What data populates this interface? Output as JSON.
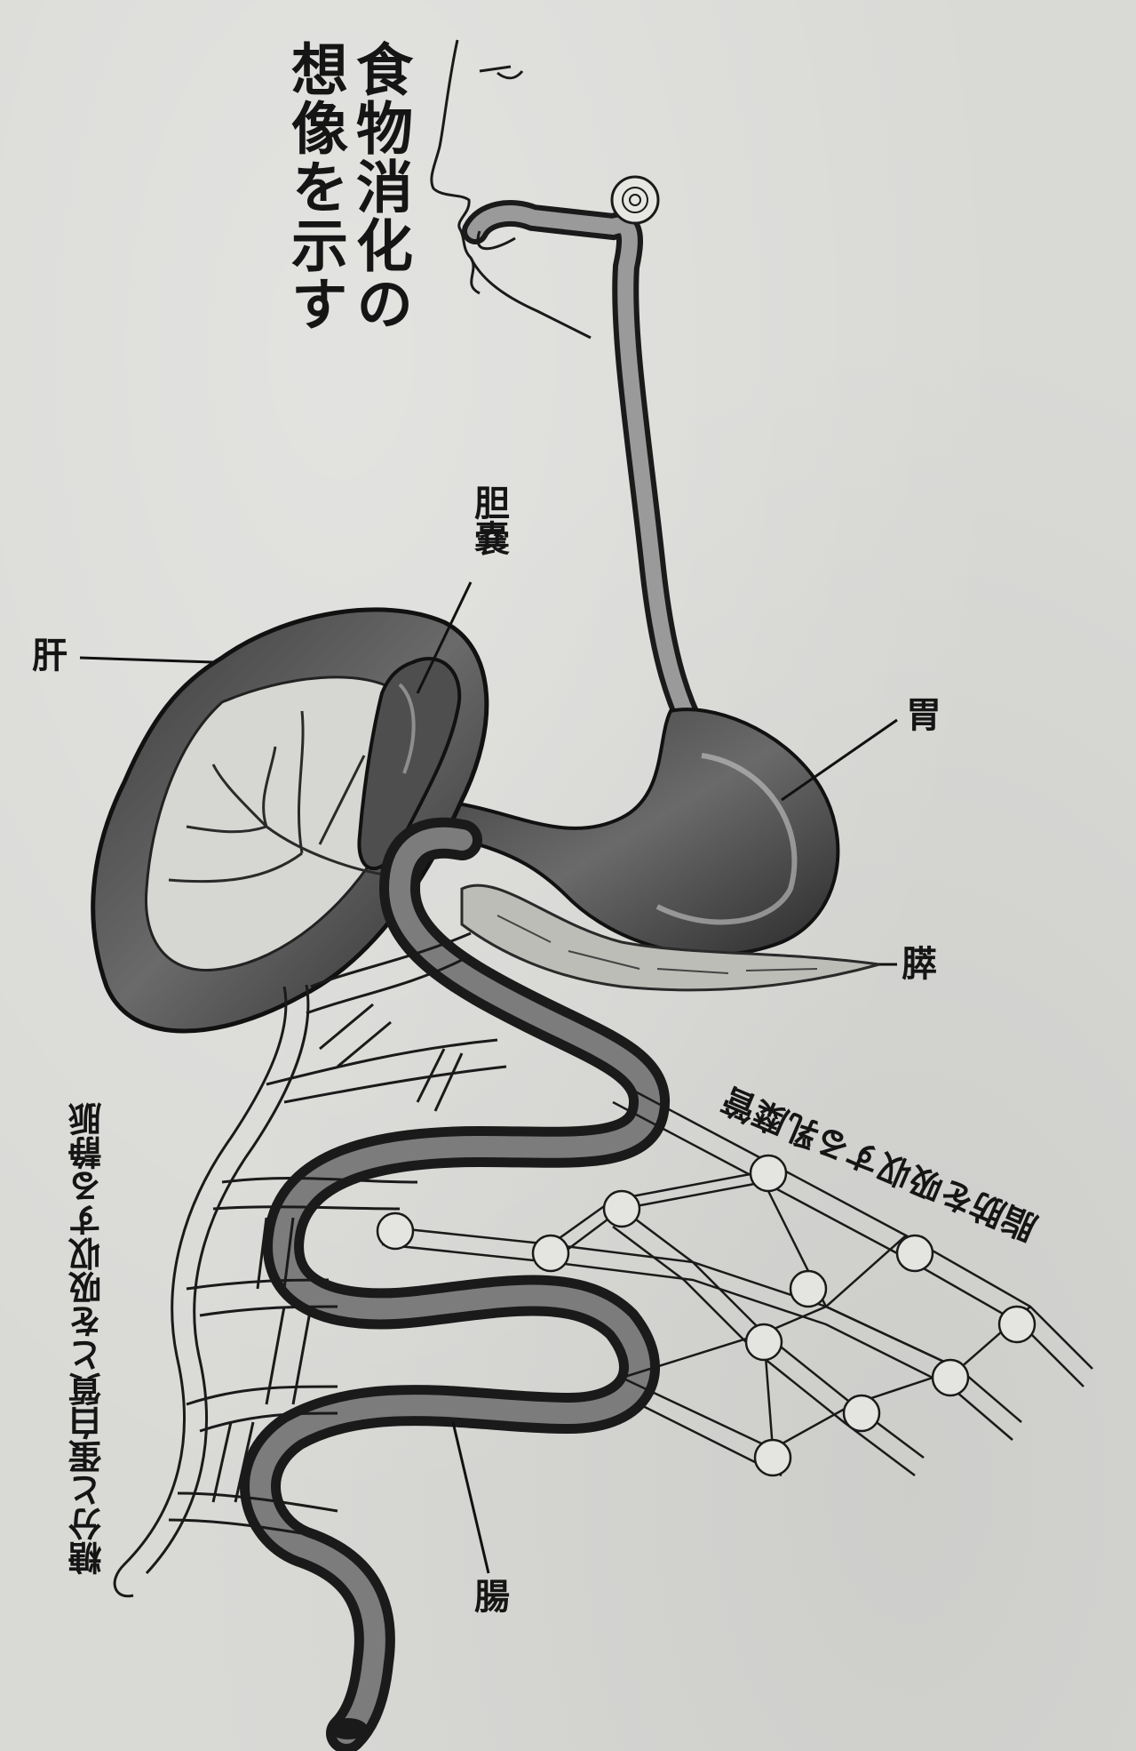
{
  "figure": {
    "title_lines": [
      "食物消化の",
      "想像を示す"
    ],
    "labels": {
      "gallbladder": "胆嚢",
      "liver": "肝",
      "stomach": "胃",
      "pancreas": "膵",
      "fat_lymph": "脂肪を吸収する乳糜管",
      "vein": "糖分と蛋白質とを吸収する静脈",
      "intestine": "腸"
    }
  }
}
